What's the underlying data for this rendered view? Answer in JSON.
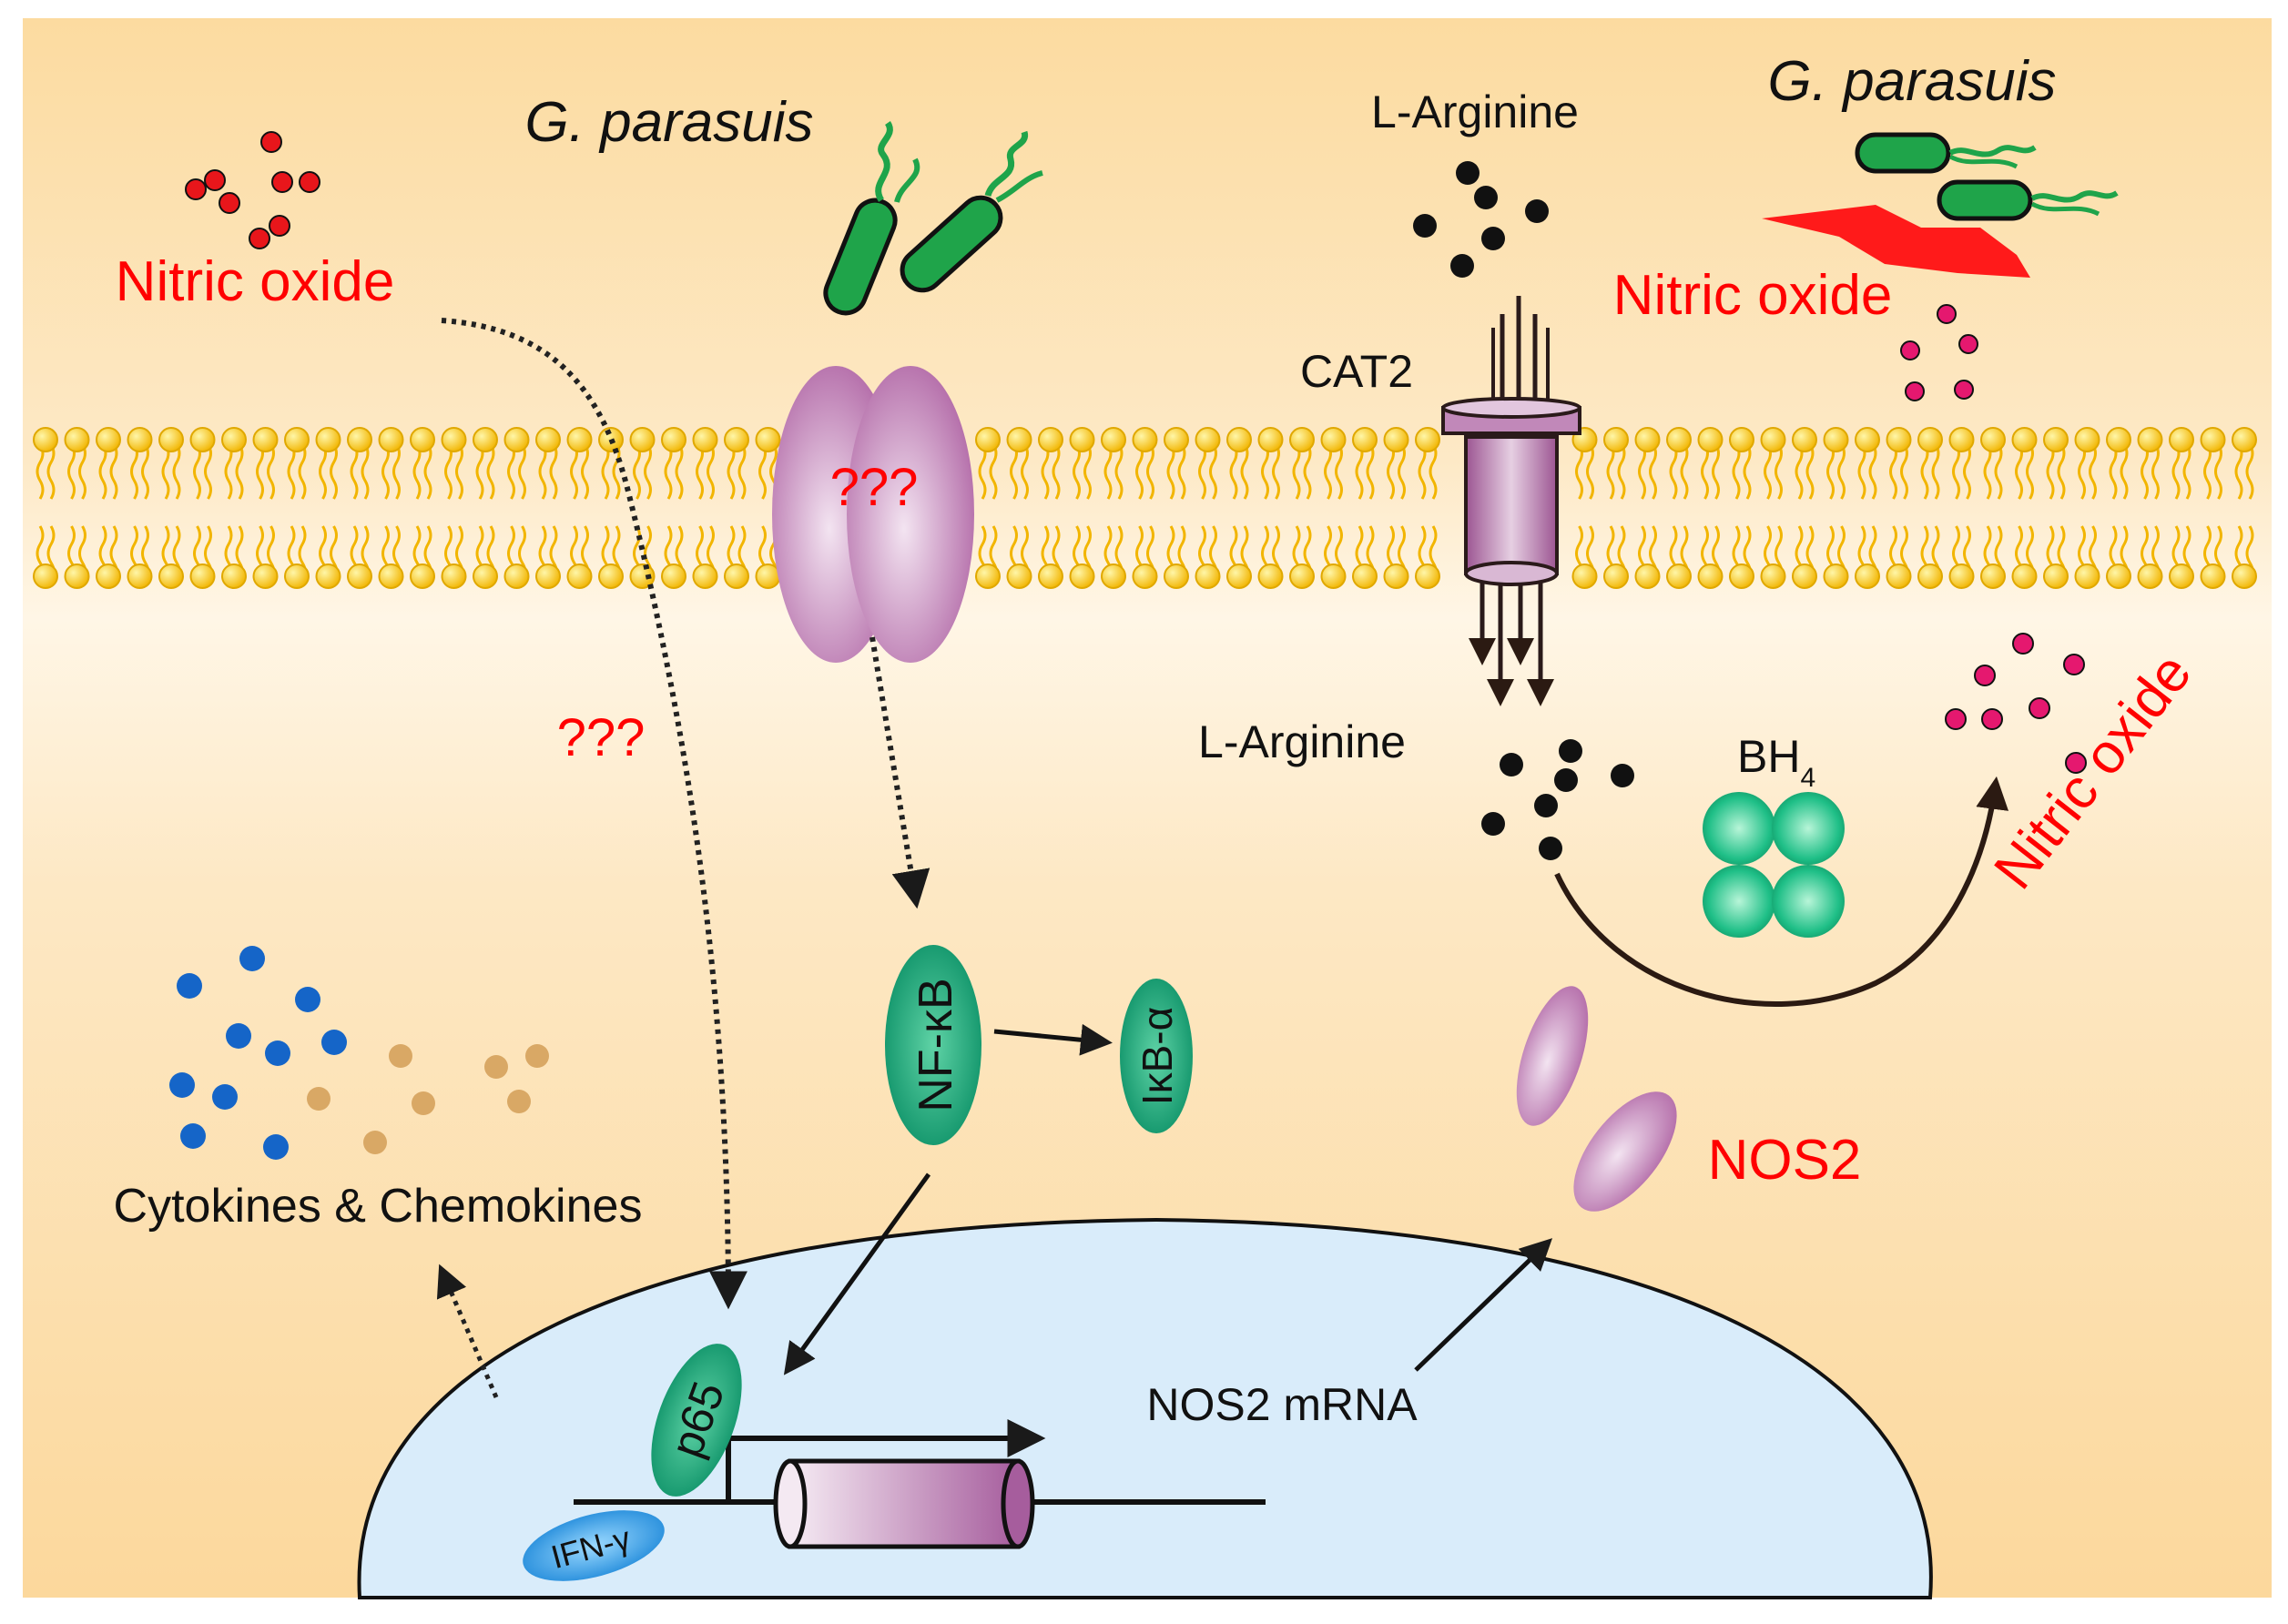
{
  "labels": {
    "bacteria_left": "G. parasuis",
    "bacteria_right": "G. parasuis",
    "nitric_oxide_topleft": "Nitric oxide",
    "nitric_oxide_topright": "Nitric oxide",
    "nitric_oxide_right_rotated": "Nitric oxide",
    "receptor_unknown": "???",
    "pathway_unknown": "???",
    "l_arginine_outside": "L-Arginine",
    "l_arginine_inside": "L-Arginine",
    "transporter": "CAT2",
    "cofactor_base": "BH",
    "cofactor_sub": "4",
    "nfkb": "NF-κB",
    "ikba": "IκB-α",
    "nos2": "NOS2",
    "nos2_mrna": "NOS2 mRNA",
    "cytokines": "Cytokines & Chemokines",
    "p65": "p65",
    "ifng": "IFN-γ"
  },
  "colors": {
    "cytoplasm": "#fde6bd",
    "membrane_lipid": "#f7c600",
    "nucleus": "#d9ecfa",
    "bacteria": "#1fa44a",
    "purple_protein": "#b46aa8",
    "green_protein": "#119e6e",
    "nitric_oxide_dots_outside": "#e8161b",
    "nitric_oxide_dots_inside": "#e5186f",
    "cytokine_blue": "#1565c8",
    "chemokine_tan": "#d9a865",
    "label_red": "#ff0000",
    "label_black": "#111111"
  }
}
